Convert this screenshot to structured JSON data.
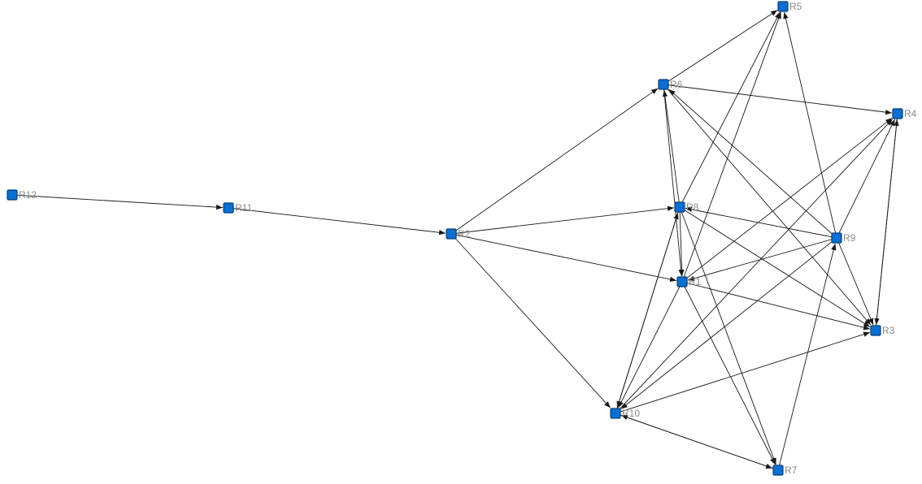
{
  "graph": {
    "colors": {
      "node_fill": "#0a6fd1",
      "node_border": "#0b3f73",
      "edge": "#1a1a1a",
      "label": "#8a8a8a",
      "background": "#ffffff"
    },
    "nodes": [
      {
        "id": "R1",
        "label": "R1"
      },
      {
        "id": "R2",
        "label": "R2"
      },
      {
        "id": "R3",
        "label": "R3"
      },
      {
        "id": "R4",
        "label": "R4"
      },
      {
        "id": "R5",
        "label": "R5"
      },
      {
        "id": "R6",
        "label": "R6"
      },
      {
        "id": "R7",
        "label": "R7"
      },
      {
        "id": "R8",
        "label": "R8"
      },
      {
        "id": "R9",
        "label": "R9"
      },
      {
        "id": "R10",
        "label": "R10"
      },
      {
        "id": "R11",
        "label": "R11"
      },
      {
        "id": "R12",
        "label": "R12"
      }
    ],
    "edges": [
      {
        "from": "R12",
        "to": "R11"
      },
      {
        "from": "R11",
        "to": "R2"
      },
      {
        "from": "R2",
        "to": "R6"
      },
      {
        "from": "R2",
        "to": "R8"
      },
      {
        "from": "R2",
        "to": "R1"
      },
      {
        "from": "R2",
        "to": "R10"
      },
      {
        "from": "R6",
        "to": "R5"
      },
      {
        "from": "R6",
        "to": "R4"
      },
      {
        "from": "R6",
        "to": "R1"
      },
      {
        "from": "R6",
        "to": "R3"
      },
      {
        "from": "R8",
        "to": "R6"
      },
      {
        "from": "R8",
        "to": "R5"
      },
      {
        "from": "R8",
        "to": "R1"
      },
      {
        "from": "R8",
        "to": "R3"
      },
      {
        "from": "R8",
        "to": "R7"
      },
      {
        "from": "R8",
        "to": "R10"
      },
      {
        "from": "R1",
        "to": "R5"
      },
      {
        "from": "R1",
        "to": "R3"
      },
      {
        "from": "R1",
        "to": "R4"
      },
      {
        "from": "R1",
        "to": "R7"
      },
      {
        "from": "R1",
        "to": "R10"
      },
      {
        "from": "R9",
        "to": "R8"
      },
      {
        "from": "R9",
        "to": "R6"
      },
      {
        "from": "R9",
        "to": "R5"
      },
      {
        "from": "R9",
        "to": "R4"
      },
      {
        "from": "R9",
        "to": "R1"
      },
      {
        "from": "R9",
        "to": "R3"
      },
      {
        "from": "R9",
        "to": "R10"
      },
      {
        "from": "R10",
        "to": "R8"
      },
      {
        "from": "R10",
        "to": "R4"
      },
      {
        "from": "R10",
        "to": "R3"
      },
      {
        "from": "R10",
        "to": "R7"
      },
      {
        "from": "R4",
        "to": "R3"
      },
      {
        "from": "R3",
        "to": "R4"
      },
      {
        "from": "R7",
        "to": "R9"
      },
      {
        "from": "R7",
        "to": "R10"
      }
    ]
  }
}
